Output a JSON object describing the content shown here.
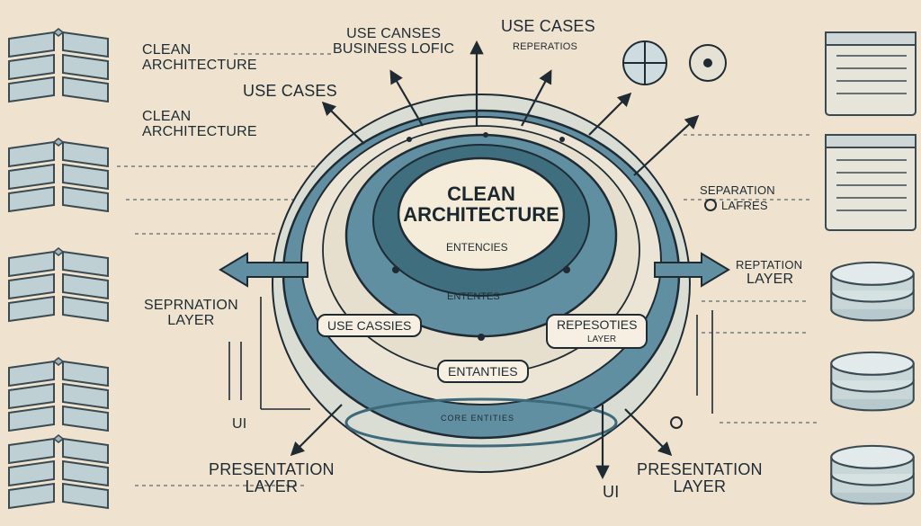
{
  "labels": {
    "clean_architecture_top": "CLEAN\nARCHITECTURE",
    "use_cases_left": "USE CASES",
    "clean_architecture_mid": "CLEAN\nARCHITECTURE",
    "use_canses_business": "USE CANSES\nBUSINESS LOFIC",
    "use_cases_top_right": "USE CASES",
    "repeatios": "REPERATIOS",
    "separation_right": "SEPARATION",
    "lafres": "LAFRES",
    "reptation_layer_1": "REPTATION",
    "reptation_layer_2": "LAYER",
    "seprnation_layer": "SEPRNATION\nLAYER",
    "ui_left": "UI",
    "ui_bottom": "UI",
    "presentation_left": "PRESENTATION\nLAYER",
    "presentation_right": "PRESENTATION\nLAYER"
  },
  "core": {
    "title": "CLEAN\nARCHITECTURE",
    "subtitle": "ENTENCIES",
    "ring_entities": "ENTENTES",
    "bottom_text": "CORE ENTITIES"
  },
  "pills": {
    "use_cassies": "USE CASSIES",
    "repesoties": "REPESOTIES",
    "repesoties_layer": "LAYER",
    "entanties": "ENTANTIES"
  },
  "colors": {
    "background": "#efe3cf",
    "teal": "#5f8fa0",
    "teal_dark": "#3d6a7a",
    "cream": "#f4ead6",
    "ink": "#1f2b33"
  }
}
